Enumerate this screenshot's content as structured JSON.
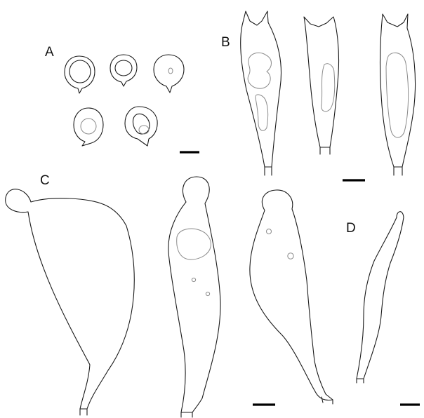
{
  "panels": {
    "a": {
      "label": "A"
    },
    "b": {
      "label": "B"
    },
    "c": {
      "label": "C"
    },
    "d": {
      "label": "D"
    }
  },
  "colors": {
    "outline": "#1a1a1a",
    "content": "#8a8a8a",
    "scale_bar": "#000000",
    "background": "#ffffff"
  }
}
